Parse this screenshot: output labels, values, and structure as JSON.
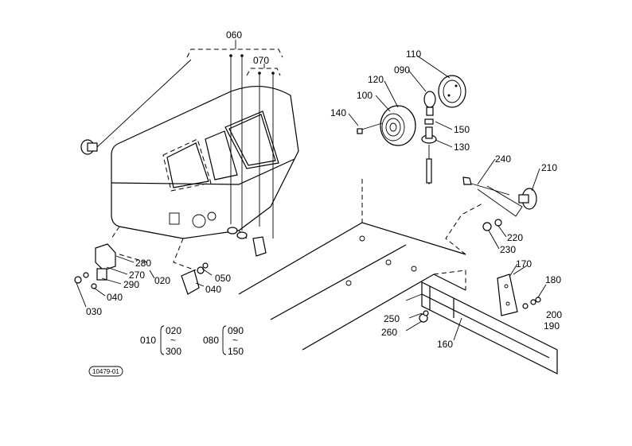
{
  "callouts": [
    {
      "id": "c060",
      "text": "060"
    },
    {
      "id": "c070",
      "text": "070"
    },
    {
      "id": "c110",
      "text": "110"
    },
    {
      "id": "c090a",
      "text": "090"
    },
    {
      "id": "c120",
      "text": "120"
    },
    {
      "id": "c100",
      "text": "100"
    },
    {
      "id": "c140",
      "text": "140"
    },
    {
      "id": "c150a",
      "text": "150"
    },
    {
      "id": "c130",
      "text": "130"
    },
    {
      "id": "c240",
      "text": "240"
    },
    {
      "id": "c210",
      "text": "210"
    },
    {
      "id": "c220",
      "text": "220"
    },
    {
      "id": "c230",
      "text": "230"
    },
    {
      "id": "c170",
      "text": "170"
    },
    {
      "id": "c180",
      "text": "180"
    },
    {
      "id": "c200",
      "text": "200"
    },
    {
      "id": "c190",
      "text": "190"
    },
    {
      "id": "c160",
      "text": "160"
    },
    {
      "id": "c250",
      "text": "250"
    },
    {
      "id": "c260",
      "text": "260"
    },
    {
      "id": "c280",
      "text": "280"
    },
    {
      "id": "c270",
      "text": "270"
    },
    {
      "id": "c020a",
      "text": "020"
    },
    {
      "id": "c290",
      "text": "290"
    },
    {
      "id": "c040a",
      "text": "040"
    },
    {
      "id": "c030",
      "text": "030"
    },
    {
      "id": "c050",
      "text": "050"
    },
    {
      "id": "c040b",
      "text": "040"
    }
  ],
  "groups": {
    "g1": {
      "parent": "010",
      "first": "020",
      "sep": "~",
      "last": "300"
    },
    "g2": {
      "parent": "080",
      "first": "090",
      "sep": "~",
      "last": "150"
    }
  },
  "stamp": "10479-01"
}
